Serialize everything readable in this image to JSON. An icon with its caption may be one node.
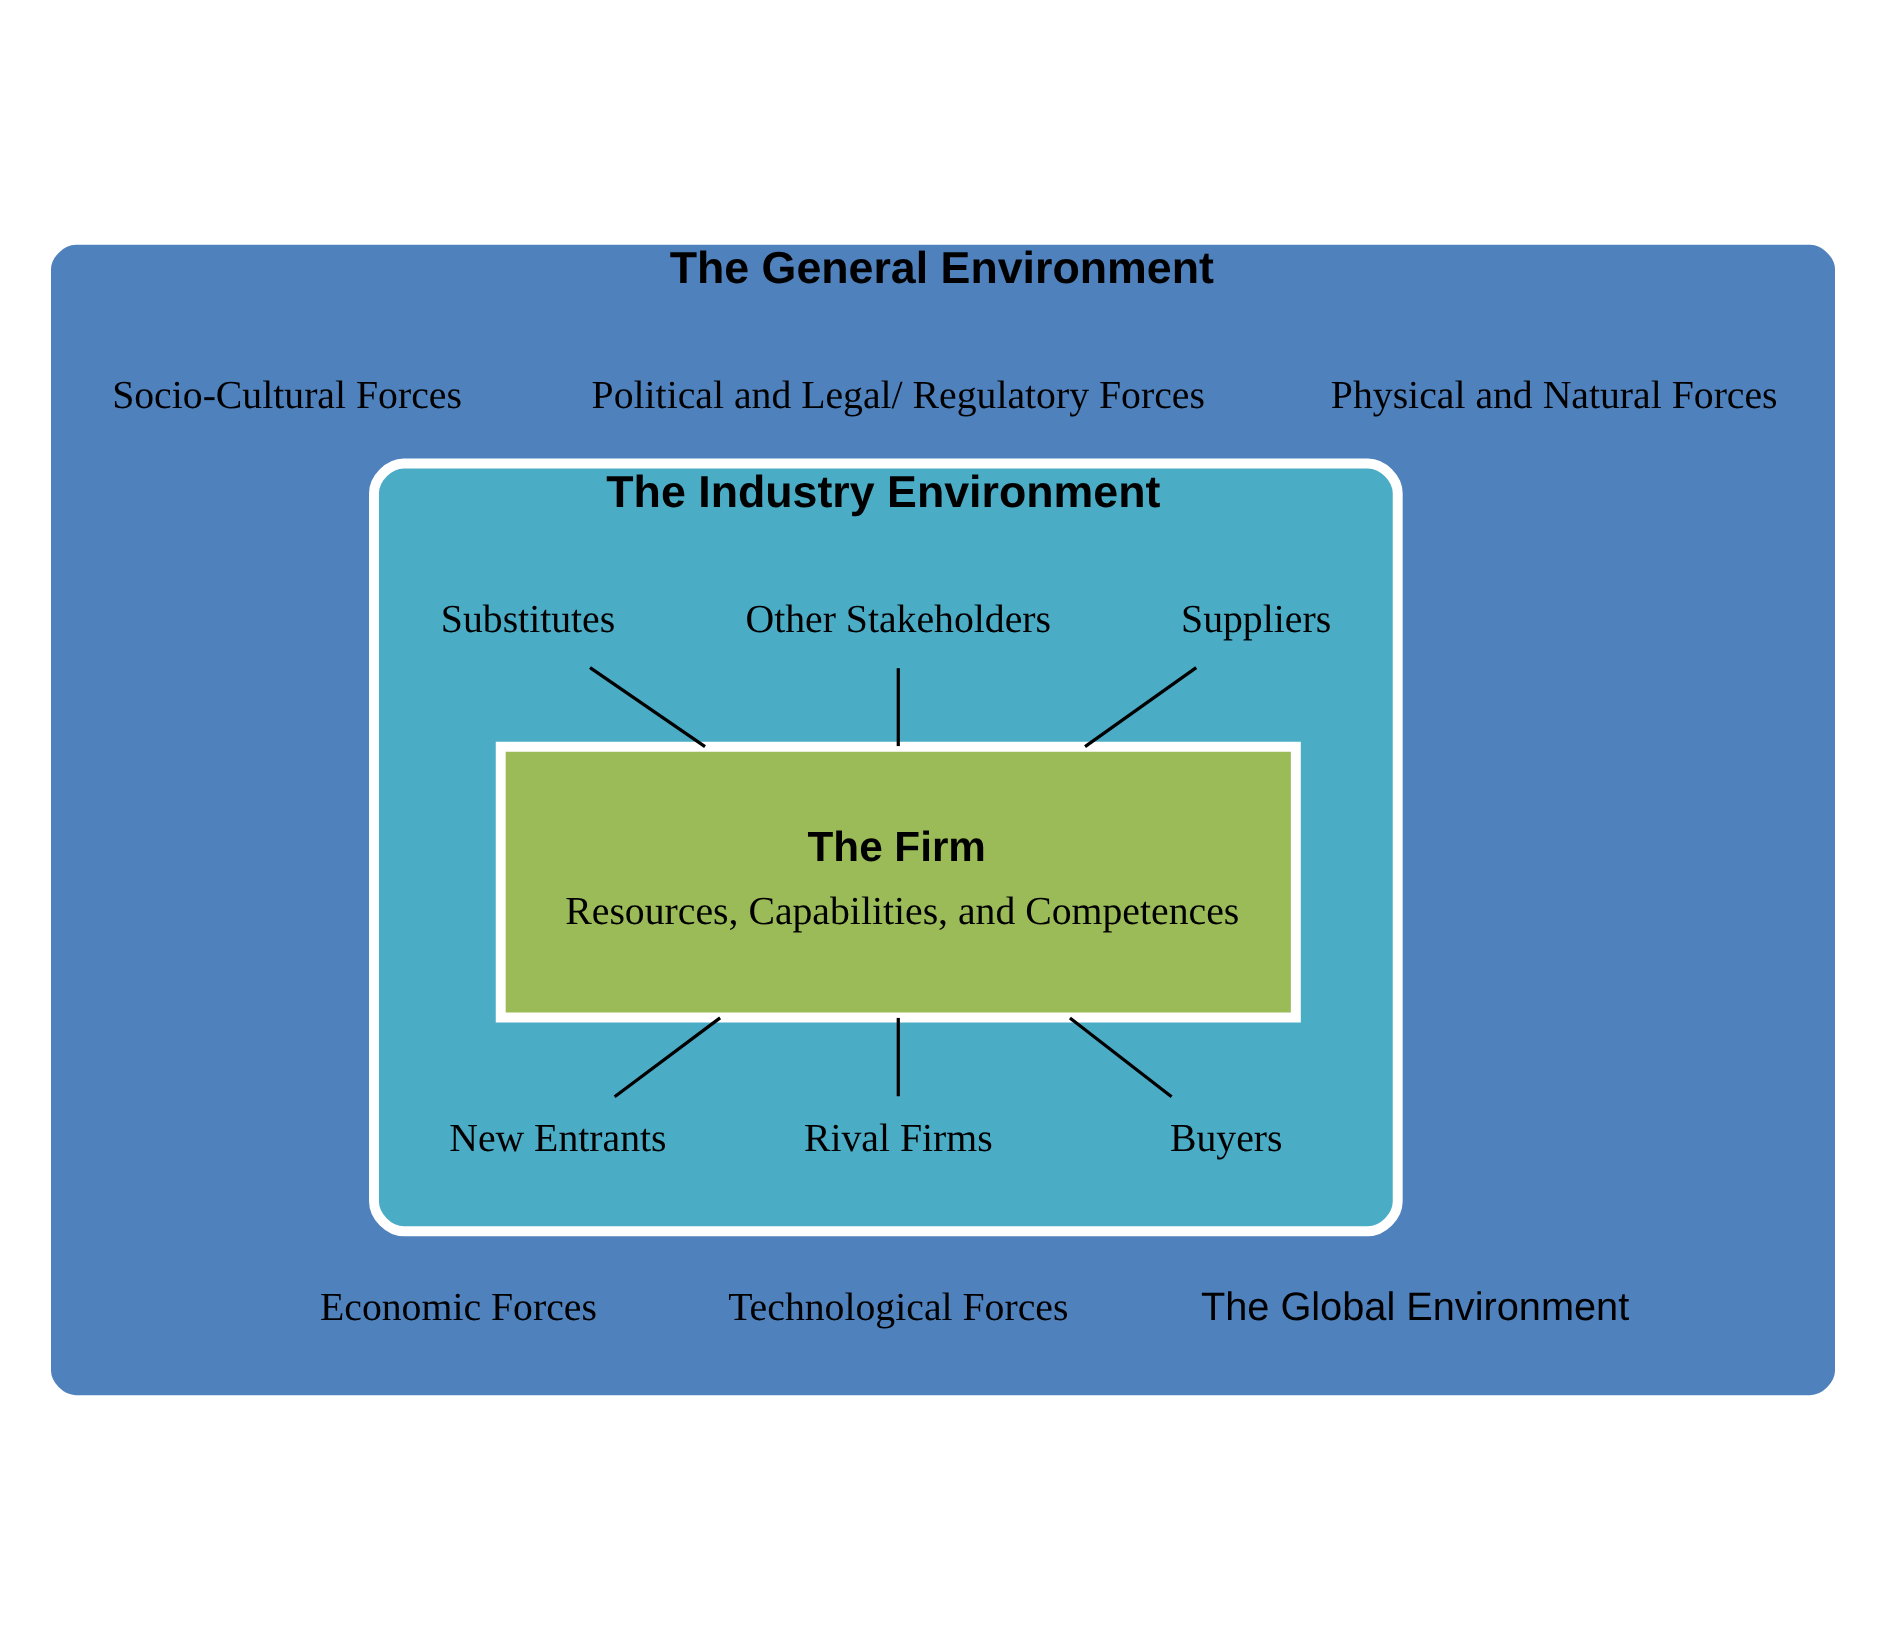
{
  "diagram": {
    "nodes": [
      {
        "text": [
          "The General Environment"
        ]
      },
      {
        "text": [
          "Physical and Natural Forces"
        ],
        "in": 0
      },
      {
        "text": [
          "Political and Legal/ Regulatory Forces"
        ],
        "in": 0
      },
      {
        "text": [
          "Socio-Cultural Forces"
        ],
        "in": 0
      },
      {
        "text": [
          "The Industry Environment"
        ],
        "in": 0
      },
      {
        "text": [
          "Suppliers"
        ],
        "in": 4
      },
      {
        "text": [
          "Other Stakeholders"
        ],
        "in": 4
      },
      {
        "text": [
          "Substitutes"
        ],
        "in": 4
      },
      {
        "text": [
          "The Firm",
          "Resources, Capabilities, and Competences"
        ],
        "in": 4
      },
      {
        "text": [
          "New Entrants"
        ],
        "in": 4
      },
      {
        "text": [
          "Rival Firms"
        ],
        "in": 4
      },
      {
        "text": [
          "Buyers"
        ],
        "in": 4
      },
      {
        "text": [
          "Economic Forces"
        ],
        "in": 0
      },
      {
        "text": [
          "Technological Forces"
        ],
        "in": 0
      },
      {
        "text": [
          "The Global Environment"
        ],
        "in": 0
      }
    ],
    "edges": [
      {
        "from": 5,
        "to": 8,
        "arrow": "none"
      },
      {
        "from": 6,
        "to": 8,
        "arrow": "none"
      },
      {
        "from": 7,
        "to": 8,
        "arrow": "none"
      },
      {
        "from": 8,
        "to": 9,
        "arrow": "none"
      },
      {
        "from": 8,
        "to": 10,
        "arrow": "none"
      },
      {
        "from": 8,
        "to": 11,
        "arrow": "none"
      }
    ]
  }
}
